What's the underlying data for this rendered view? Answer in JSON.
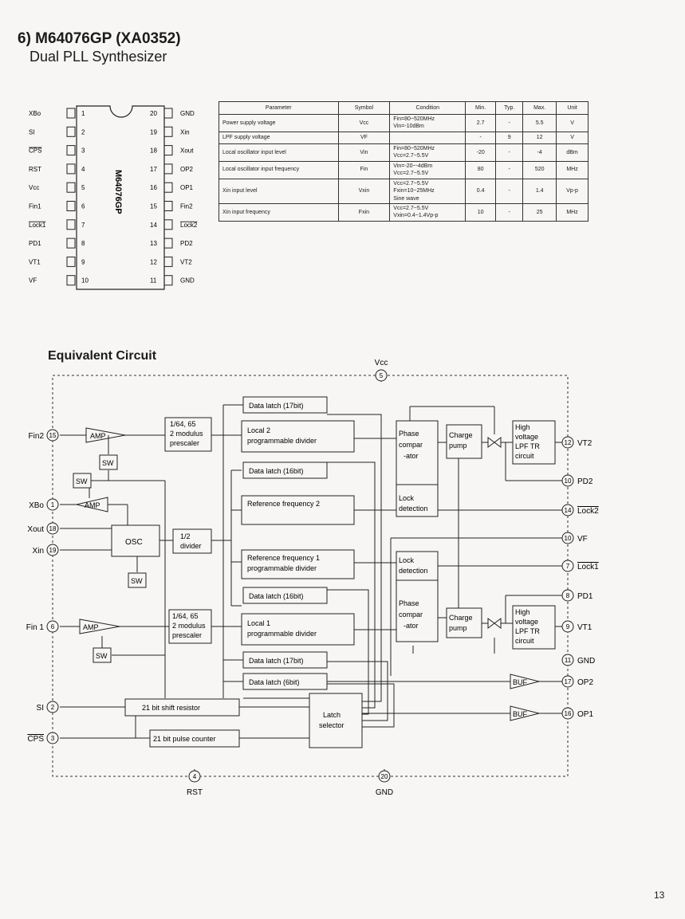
{
  "header": {
    "title": "6) M64076GP (XA0352)",
    "subtitle": "Dual PLL Synthesizer"
  },
  "pinout": {
    "chip_label": "M64076GP",
    "left_pins": [
      {
        "num": "1",
        "name": "XBo"
      },
      {
        "num": "2",
        "name": "SI"
      },
      {
        "num": "3",
        "name": "CPS"
      },
      {
        "num": "4",
        "name": "RST"
      },
      {
        "num": "5",
        "name": "Vcc"
      },
      {
        "num": "6",
        "name": "Fin1"
      },
      {
        "num": "7",
        "name": "Lock1"
      },
      {
        "num": "8",
        "name": "PD1"
      },
      {
        "num": "9",
        "name": "VT1"
      },
      {
        "num": "10",
        "name": "VF"
      }
    ],
    "right_pins": [
      {
        "num": "20",
        "name": "GND"
      },
      {
        "num": "19",
        "name": "Xin"
      },
      {
        "num": "18",
        "name": "Xout"
      },
      {
        "num": "17",
        "name": "OP2"
      },
      {
        "num": "16",
        "name": "OP1"
      },
      {
        "num": "15",
        "name": "Fin2"
      },
      {
        "num": "14",
        "name": "Lock2"
      },
      {
        "num": "13",
        "name": "PD2"
      },
      {
        "num": "12",
        "name": "VT2"
      },
      {
        "num": "11",
        "name": "GND"
      }
    ]
  },
  "spec_table": {
    "headers": [
      "Parameter",
      "Symbol",
      "Condition",
      "Min.",
      "Typ.",
      "Max.",
      "Unit"
    ],
    "rows": [
      {
        "param": "Power supply voltage",
        "symbol": "Vcc",
        "cond1": "Fin=80~520MHz",
        "cond2": "Vin=-10dBm",
        "cond3": "",
        "min": "2.7",
        "typ": "-",
        "max": "5.5",
        "unit": "V"
      },
      {
        "param": "LPF supply voltage",
        "symbol": "VF",
        "cond1": "",
        "cond2": "",
        "cond3": "",
        "min": "-",
        "typ": "9",
        "max": "12",
        "unit": "V"
      },
      {
        "param": "Local oscillator input level",
        "symbol": "Vin",
        "cond1": "Fin=80~520MHz",
        "cond2": "Vcc=2.7~5.5V",
        "cond3": "",
        "min": "-20",
        "typ": "-",
        "max": "-4",
        "unit": "dBm"
      },
      {
        "param": "Local oscillator input frequency",
        "symbol": "Fin",
        "cond1": "Vin=-20~-4dBm",
        "cond2": "Vcc=2.7~5.5V",
        "cond3": "",
        "min": "80",
        "typ": "-",
        "max": "520",
        "unit": "MHz"
      },
      {
        "param": "Xin input level",
        "symbol": "Vxin",
        "cond1": "Vcc=2.7~5.5V",
        "cond2": "Fxin=10~25MHz",
        "cond3": "Sine wave",
        "min": "0.4",
        "typ": "-",
        "max": "1.4",
        "unit": "Vp-p"
      },
      {
        "param": "Xin input frequency",
        "symbol": "Fxin",
        "cond1": "Vcc=2.7~5.5V",
        "cond2": "Vxin=0.4~1.4Vp-p",
        "cond3": "",
        "min": "10",
        "typ": "-",
        "max": "25",
        "unit": "MHz"
      }
    ]
  },
  "circuit": {
    "title": "Equivalent Circuit",
    "top_pin": {
      "num": "5",
      "name": "Vcc"
    },
    "bottom_pins": [
      {
        "num": "4",
        "name": "RST"
      },
      {
        "num": "20",
        "name": "GND"
      }
    ],
    "left_pins": {
      "fin2": {
        "num": "15",
        "name": "Fin2"
      },
      "xbo": {
        "num": "1",
        "name": "XBo"
      },
      "xout": {
        "num": "18",
        "name": "Xout"
      },
      "xin": {
        "num": "19",
        "name": "Xin"
      },
      "fin1": {
        "num": "6",
        "name": "Fin 1"
      },
      "si": {
        "num": "2",
        "name": "SI"
      },
      "cps": {
        "num": "3",
        "name": "CPS"
      }
    },
    "right_pins": {
      "vt2": {
        "num": "12",
        "name": "VT2"
      },
      "pd2": {
        "num": "10",
        "name": "PD2"
      },
      "lock2": {
        "num": "14",
        "name": "Lock2"
      },
      "vf": {
        "num": "10",
        "name": "VF"
      },
      "lock1": {
        "num": "7",
        "name": "Lock1"
      },
      "pd1": {
        "num": "8",
        "name": "PD1"
      },
      "vt1": {
        "num": "9",
        "name": "VT1"
      },
      "gnd": {
        "num": "11",
        "name": "GND"
      },
      "op2": {
        "num": "17",
        "name": "OP2"
      },
      "op1": {
        "num": "16",
        "name": "OP1"
      }
    },
    "blocks": {
      "amp": "AMP",
      "sw": "SW",
      "osc": "OSC",
      "buf": "BUF",
      "prescaler_l1": "1/64, 65",
      "prescaler_l2": "2 modulus",
      "prescaler_l3": "prescaler",
      "divider_l1": "1/2",
      "divider_l2": "divider",
      "dl17": "Data latch (17bit)",
      "dl16": "Data latch (16bit)",
      "dl6": "Data latch (6bit)",
      "local2_l1": "Local 2",
      "local1_l1": "Local 1",
      "local_l2": "programmable divider",
      "ref2_l1": "Reference frequency 2",
      "ref1_l1": "Reference frequency 1",
      "ref_l2": "programmable divider",
      "phase_l1": "Phase",
      "phase_l2": "compar",
      "phase_l3": "-ator",
      "lock_l1": "Lock",
      "lock_l2": "detection",
      "charge_l1": "Charge",
      "charge_l2": "pump",
      "hv_l1": "High",
      "hv_l2": "voltage",
      "hv_l3": "LPF TR",
      "hv_l4": "circuit",
      "shift": "21 bit shift resistor",
      "counter": "21 bit pulse counter",
      "latchsel_l1": "Latch",
      "latchsel_l2": "selector"
    }
  },
  "page_number": "13"
}
